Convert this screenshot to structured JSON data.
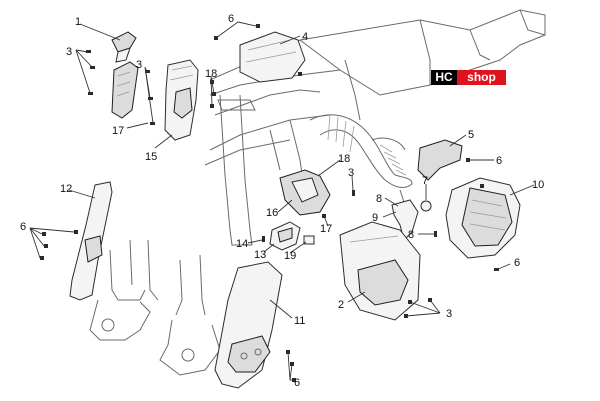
{
  "diagram": {
    "callouts": [
      "1",
      "3",
      "3",
      "17",
      "15",
      "18",
      "6",
      "4",
      "5",
      "6",
      "10",
      "18",
      "3",
      "16",
      "17",
      "7",
      "8",
      "9",
      "8",
      "14",
      "13",
      "19",
      "12",
      "6",
      "6",
      "2",
      "3",
      "11",
      "6"
    ],
    "badge": {
      "left": "HC",
      "right": "shop"
    },
    "colors": {
      "badge_left": "#000000",
      "badge_right": "#e0121b",
      "line": "#6a6a6a"
    }
  }
}
